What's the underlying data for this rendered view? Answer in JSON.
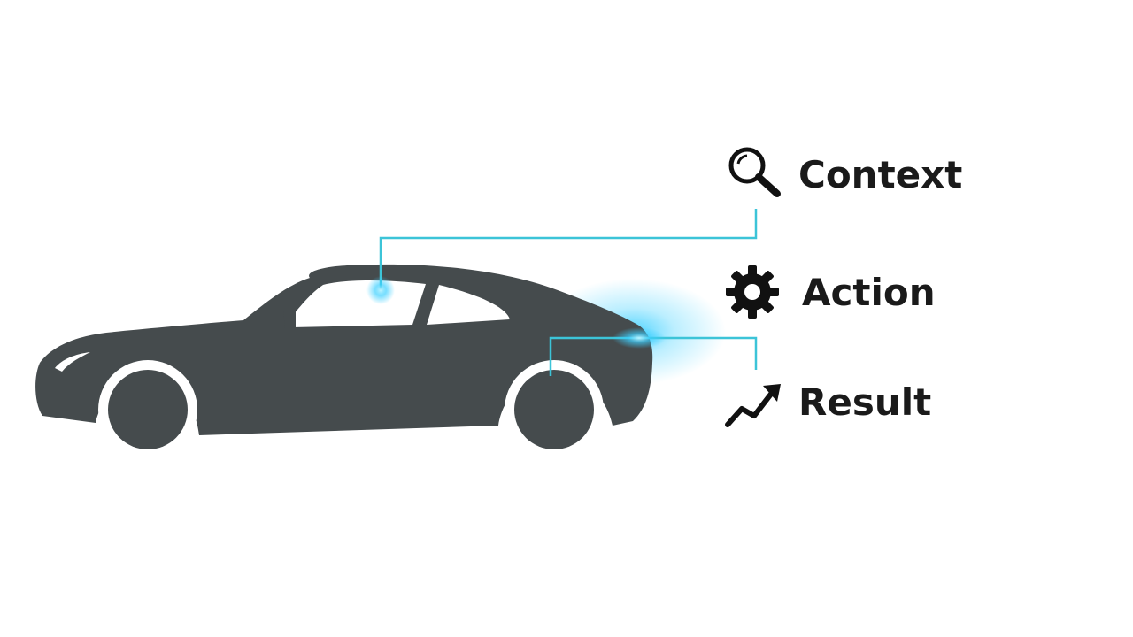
{
  "labels": {
    "context": "Context",
    "action": "Action",
    "result": "Result"
  },
  "icons": {
    "context": "magnifier-icon",
    "action": "gear-icon",
    "result": "trend-up-arrow-icon"
  },
  "colors": {
    "car_body": "#454b4d",
    "window": "#ffffff",
    "connector": "#3cc4d8",
    "glow": "#3ed0ff",
    "text": "#1a1a1a",
    "icon": "#111111"
  }
}
